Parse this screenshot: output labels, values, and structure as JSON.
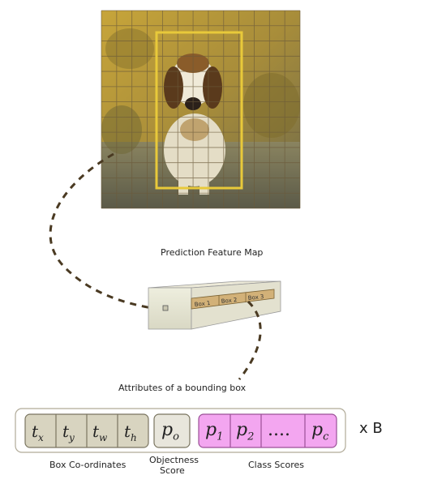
{
  "labels": {
    "feature_map": "Prediction Feature Map",
    "attributes": "Attributes of a bounding box",
    "box_coords": "Box Co-ordinates",
    "objectness_line1": "Objectness",
    "objectness_line2": "Score",
    "class_scores": "Class Scores",
    "multiplier": "x B"
  },
  "boxes": [
    "Box 1",
    "Box 2",
    "Box 3"
  ],
  "attributes": {
    "coords": [
      {
        "base": "t",
        "sub": "x"
      },
      {
        "base": "t",
        "sub": "y"
      },
      {
        "base": "t",
        "sub": "w"
      },
      {
        "base": "t",
        "sub": "h"
      }
    ],
    "objectness": {
      "base": "p",
      "sub": "o"
    },
    "classes": [
      {
        "base": "p",
        "sub": "1"
      },
      {
        "base": "p",
        "sub": "2"
      },
      {
        "base": "....",
        "sub": ""
      },
      {
        "base": "p",
        "sub": "c"
      }
    ]
  },
  "colors": {
    "grid_overlay": "#d9b83a",
    "bbox": "#e8c93a",
    "coords_fill": "#d8d4c0",
    "objectness_fill": "#e8e6dc",
    "class_fill": "#f3a6f0",
    "box_strip": "#d2b178",
    "dashed_line": "#4a3a22"
  }
}
